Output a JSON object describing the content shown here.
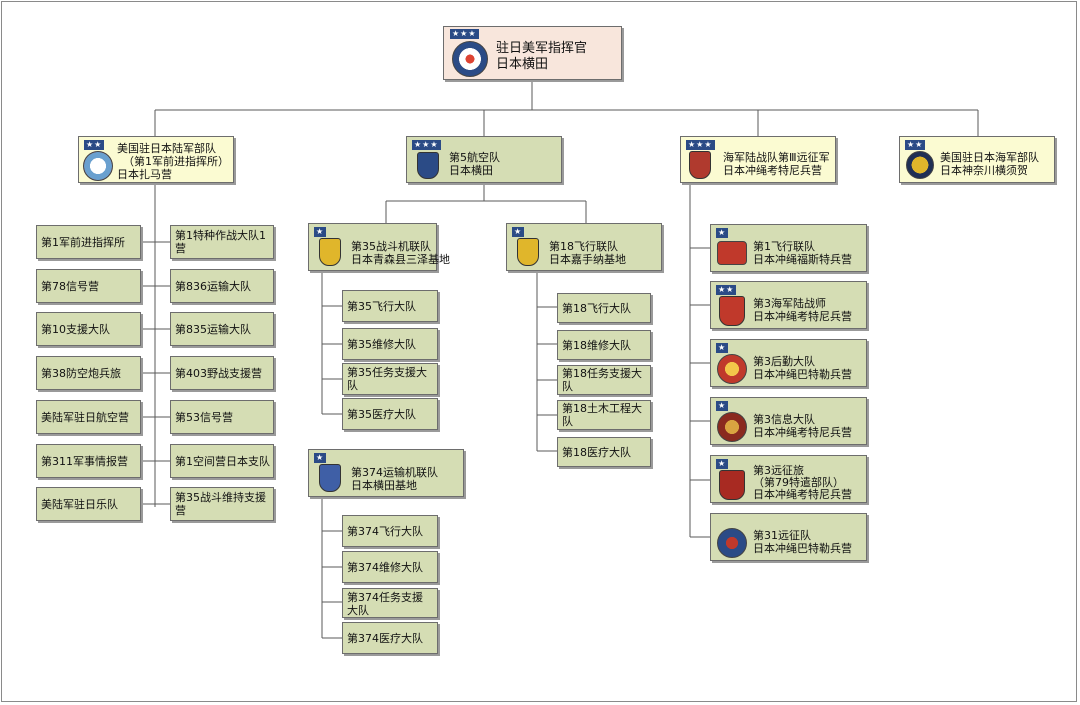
{
  "root": {
    "stars": "★★★",
    "line1": "驻日美军指挥官",
    "line2": "日本横田"
  },
  "army": {
    "stars": "★★",
    "line1": "美国驻日本陆军部队",
    "line2": "（第1军前进指挥所）",
    "line3": "日本扎马营",
    "left": [
      "第1军前进指挥所",
      "第78信号营",
      "第10支援大队",
      "第38防空炮兵旅",
      "美陆军驻日航空营",
      "第311军事情报营",
      "美陆军驻日乐队"
    ],
    "right": [
      "第1特种作战大队1营",
      "第836运输大队",
      "第835运输大队",
      "第403野战支援营",
      "第53信号营",
      "第1空间营日本支队",
      "第35战斗维持支援营"
    ]
  },
  "af5": {
    "stars": "★★★",
    "line1": "第5航空队",
    "line2": "日本横田"
  },
  "wing35": {
    "stars": "★",
    "line1": "第35战斗机联队",
    "line2": "日本青森县三泽基地",
    "items": [
      "第35飞行大队",
      "第35维修大队",
      "第35任务支援大队",
      "第35医疗大队"
    ]
  },
  "wing374": {
    "stars": "★",
    "line1": "第374运输机联队",
    "line2": "日本横田基地",
    "items": [
      "第374飞行大队",
      "第374维修大队",
      "第374任务支援大队",
      "第374医疗大队"
    ]
  },
  "wing18": {
    "stars": "★",
    "line1": "第18飞行联队",
    "line2": "日本嘉手纳基地",
    "items": [
      "第18飞行大队",
      "第18维修大队",
      "第18任务支援大队",
      "第18土木工程大队",
      "第18医疗大队"
    ]
  },
  "marine": {
    "stars": "★★★",
    "line1": "海军陆战队第Ⅲ远征军",
    "line2": "日本冲绳考特尼兵营",
    "units": [
      {
        "stars": "★",
        "line1": "第1飞行联队",
        "line2": "日本冲绳福斯特兵营",
        "line3": ""
      },
      {
        "stars": "★★",
        "line1": "第3海军陆战师",
        "line2": "日本冲绳考特尼兵营",
        "line3": ""
      },
      {
        "stars": "★",
        "line1": "第3后勤大队",
        "line2": "日本冲绳巴特勒兵营",
        "line3": ""
      },
      {
        "stars": "★",
        "line1": "第3信息大队",
        "line2": "日本冲绳考特尼兵营",
        "line3": ""
      },
      {
        "stars": "★",
        "line1": "第3远征旅",
        "line2": "（第79特遣部队）",
        "line3": "日本冲绳考特尼兵营"
      },
      {
        "stars": "",
        "line1": "第31远征队",
        "line2": "日本冲绳巴特勒兵营",
        "line3": ""
      }
    ]
  },
  "navy": {
    "stars": "★★",
    "line1": "美国驻日本海军部队",
    "line2": "日本神奈川横须贺"
  },
  "colors": {
    "box_green": "#d5ddb4",
    "box_yellow": "#fbfbd2",
    "box_top": "#f8e6dc",
    "star_bar": "#2b4b86"
  }
}
